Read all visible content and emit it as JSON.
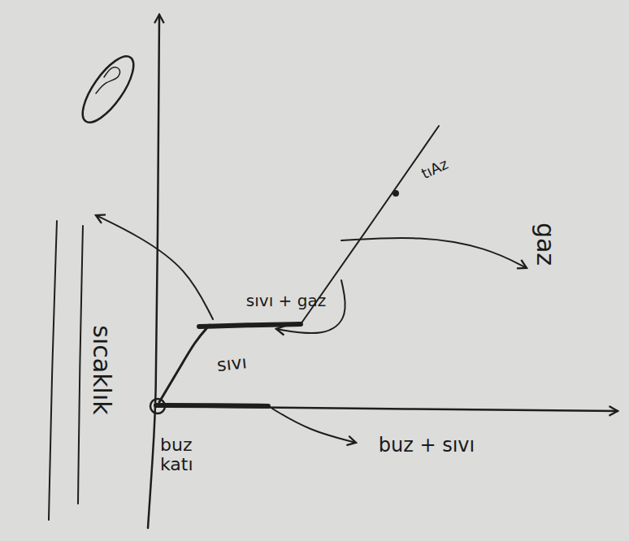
{
  "diagram": {
    "labels": [
      "sıcaklık",
      "sıvı + gaz",
      "sıvı",
      "buz katı",
      "buz + sıvı",
      "gaz",
      "tıAz"
    ]
  }
}
